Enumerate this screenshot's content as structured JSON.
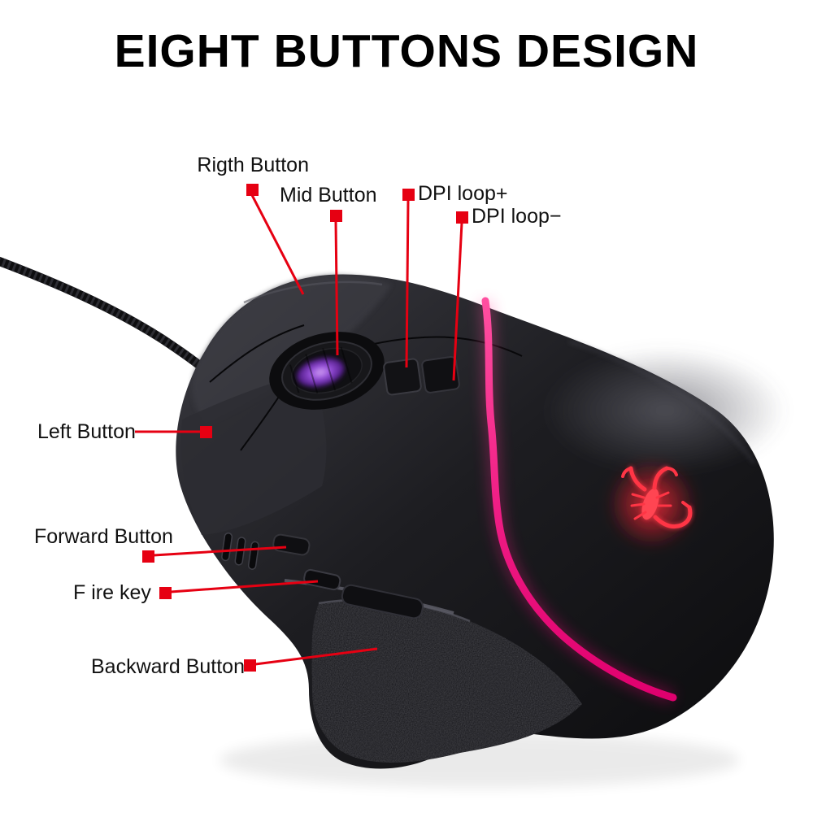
{
  "title": "EIGHT BUTTONS DESIGN",
  "callouts": [
    {
      "id": "right-button",
      "text": "Rigth Button"
    },
    {
      "id": "mid-button",
      "text": "Mid Button"
    },
    {
      "id": "dpi-loop-plus",
      "text": "DPI loop+"
    },
    {
      "id": "dpi-loop-minus",
      "text": "DPI loop−"
    },
    {
      "id": "left-button",
      "text": "Left Button"
    },
    {
      "id": "forward-button",
      "text": "Forward Button"
    },
    {
      "id": "fire-key",
      "text": "F ire key"
    },
    {
      "id": "backward-button",
      "text": "Backward Button"
    }
  ],
  "colors": {
    "marker_red": "#e60012",
    "leader_line_red": "#e60012",
    "rgb_stripe_pink": "#f01f86",
    "wheel_glow_purple": "#a054e8",
    "logo_red": "#ff3545",
    "mouse_body_black": "#1a1a1d",
    "background": "#ffffff",
    "title_black": "#000000"
  }
}
